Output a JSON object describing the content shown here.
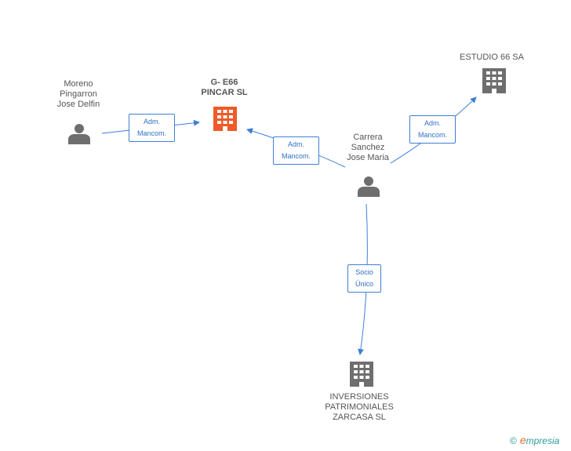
{
  "nodes": {
    "moreno": {
      "lines": [
        "Moreno",
        "Pingarron",
        "Jose Delfin"
      ],
      "kind": "person"
    },
    "pincar": {
      "lines": [
        "G- E66",
        "PINCAR SL"
      ],
      "kind": "company-main"
    },
    "estudio": {
      "lines": [
        "ESTUDIO 66 SA"
      ],
      "kind": "company"
    },
    "carrera": {
      "lines": [
        "Carrera",
        "Sanchez",
        "Jose Maria"
      ],
      "kind": "person"
    },
    "inversiones": {
      "lines": [
        "INVERSIONES",
        "PATRIMONIALES",
        "ZARCASA SL"
      ],
      "kind": "company"
    }
  },
  "edges": {
    "moreno_pincar": {
      "lines": [
        "Adm.",
        "Mancom."
      ]
    },
    "carrera_pincar": {
      "lines": [
        "Adm.",
        "Mancom."
      ]
    },
    "carrera_estudio": {
      "lines": [
        "Adm.",
        "Mancom."
      ]
    },
    "carrera_inversiones": {
      "lines": [
        "Socio",
        "Único"
      ]
    }
  },
  "footer": {
    "copyright": "©",
    "brand_initial": "e",
    "brand_rest": "mpresia"
  },
  "colors": {
    "edge": "#3f7fd6",
    "person": "#6e6e6e",
    "company": "#6e6e6e",
    "company_main": "#f05a28"
  }
}
